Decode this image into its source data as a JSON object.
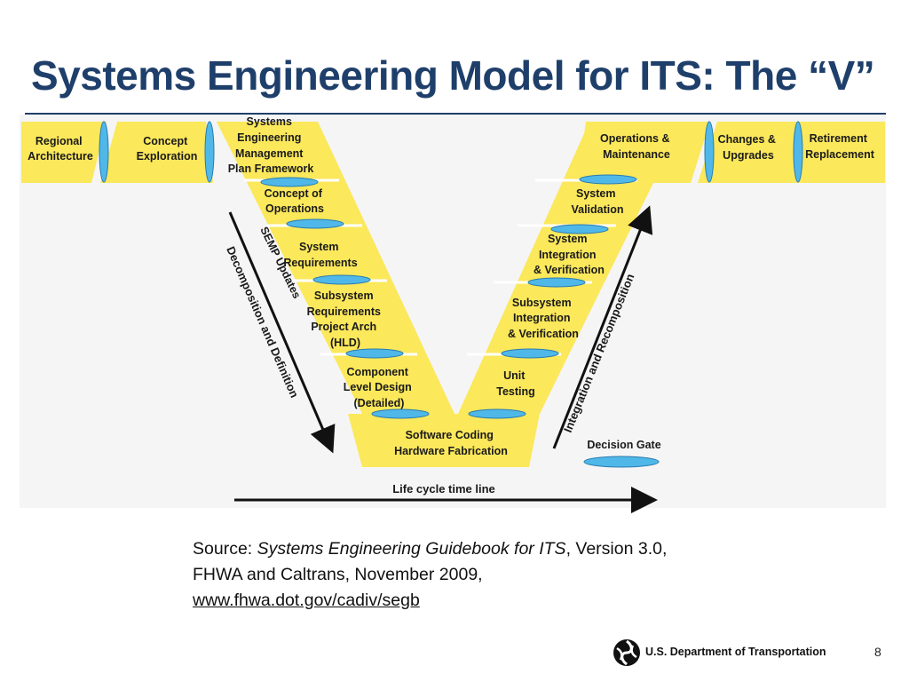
{
  "slide": {
    "title": "Systems Engineering Model for ITS: The “V”",
    "page_number": "8"
  },
  "diagram": {
    "left_top": [
      "Regional Architecture",
      "Concept Exploration"
    ],
    "right_top": [
      "Operations & Maintenance",
      "Changes & Upgrades",
      "Retirement Replacement"
    ],
    "left_stages": [
      "Systems Engineering Management Plan Framework",
      "Concept of Operations",
      "System Requirements",
      "Subsystem Requirements Project Arch (HLD)",
      "Component Level Design (Detailed)"
    ],
    "bottom_stage": "Software Coding Hardware Fabrication",
    "right_stages": [
      "Unit Testing",
      "Subsystem Integration & Verification",
      "System Integration & Verification",
      "System Validation"
    ],
    "arrows": {
      "semp": "SEMP Updates",
      "decomposition": "Decomposition and Definition",
      "integration": "Integration and Recomposition",
      "timeline": "Life cycle time line"
    },
    "legend": {
      "decision_gate": "Decision Gate"
    },
    "colors": {
      "band": "#fbe85b",
      "gate": "#4fb8e8",
      "gate_outline": "#2a7bb0",
      "title": "#1f3f6b",
      "panel": "#f5f5f5"
    }
  },
  "source": {
    "prefix": "Source: ",
    "title": "Systems Engineering Guidebook for ITS",
    "rest": ", Version 3.0, FHWA and Caltrans, November 2009, ",
    "link": "www.fhwa.dot.gov/cadiv/segb"
  },
  "footer": {
    "department": "U.S. Department of Transportation",
    "logo": "dot-logo-icon"
  }
}
